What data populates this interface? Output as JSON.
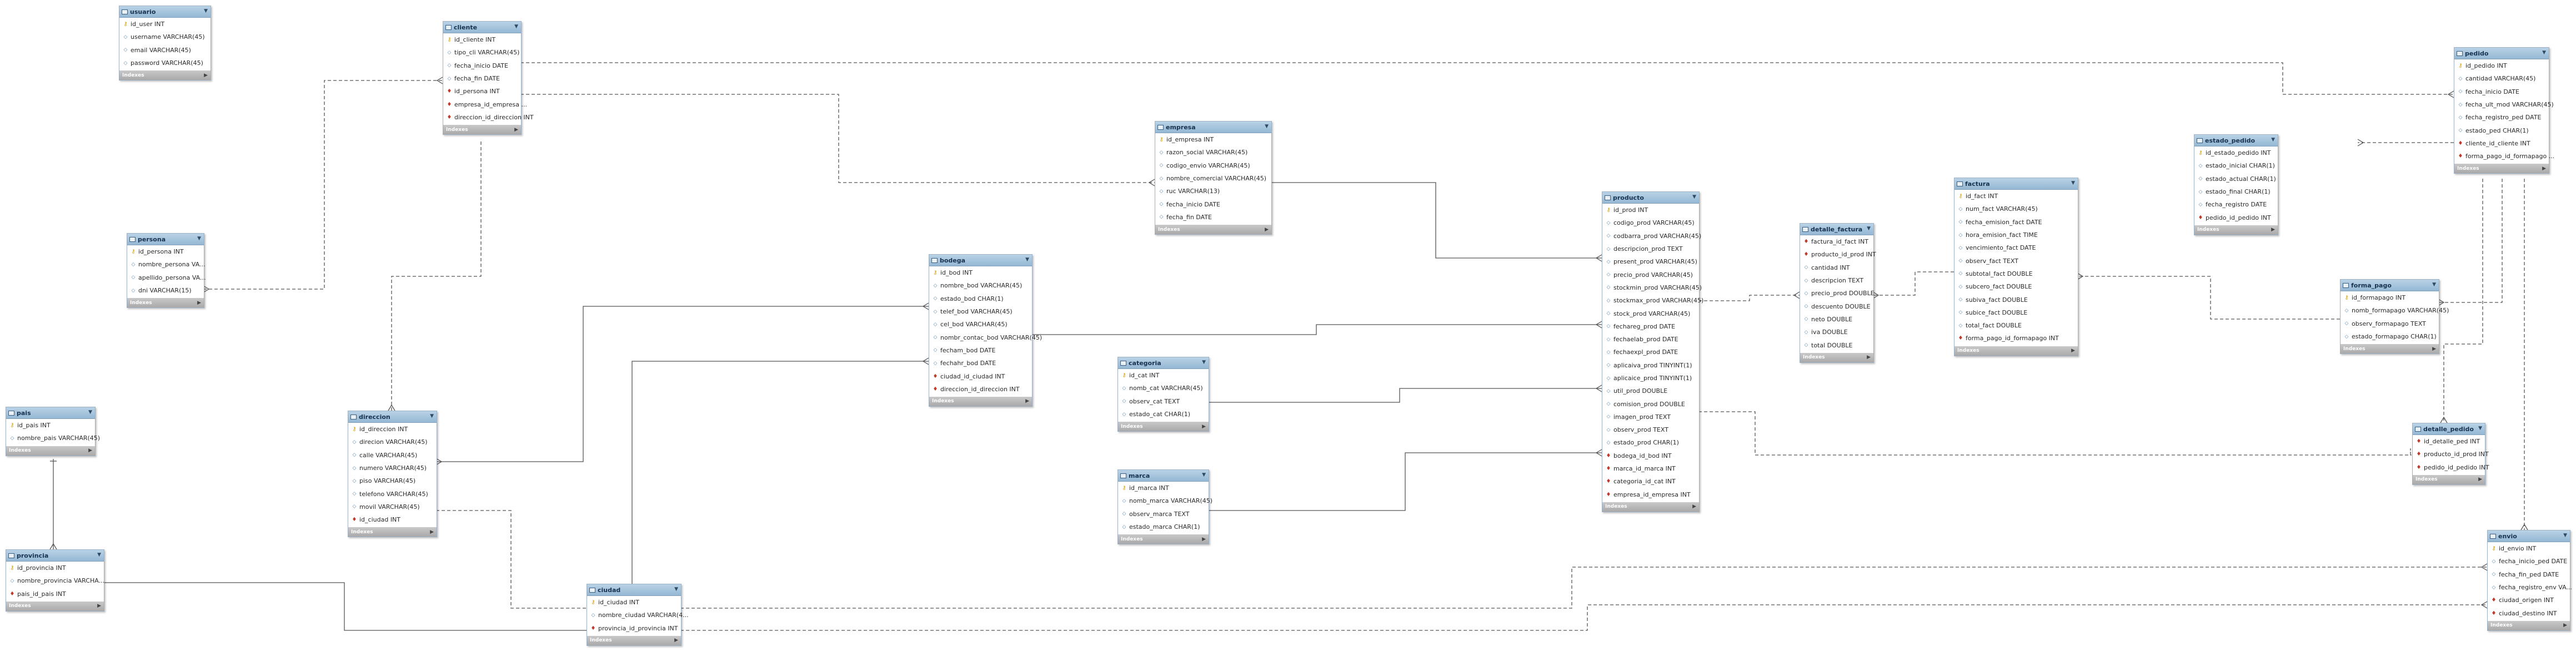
{
  "indexes_label": "Indexes",
  "tables": [
    {
      "id": "usuario",
      "name": "usuario",
      "cols": [
        {
          "icon": "pk",
          "text": "id_user INT"
        },
        {
          "icon": "cn",
          "text": "username VARCHAR(45)"
        },
        {
          "icon": "cn",
          "text": "email VARCHAR(45)"
        },
        {
          "icon": "cn",
          "text": "password VARCHAR(45)"
        }
      ]
    },
    {
      "id": "cliente",
      "name": "cliente",
      "cols": [
        {
          "icon": "pk",
          "text": "id_cliente INT"
        },
        {
          "icon": "cn",
          "text": "tipo_cli VARCHAR(45)"
        },
        {
          "icon": "cn",
          "text": "fecha_inicio DATE"
        },
        {
          "icon": "cn",
          "text": "fecha_fin DATE"
        },
        {
          "icon": "fk",
          "text": "id_persona INT"
        },
        {
          "icon": "fk",
          "text": "empresa_id_empresa ..."
        },
        {
          "icon": "fk",
          "text": "direccion_id_direccion INT"
        }
      ]
    },
    {
      "id": "persona",
      "name": "persona",
      "cols": [
        {
          "icon": "pk",
          "text": "id_persona INT"
        },
        {
          "icon": "cn",
          "text": "nombre_persona VA..."
        },
        {
          "icon": "cn",
          "text": "apellido_persona VA..."
        },
        {
          "icon": "cn",
          "text": "dni VARCHAR(15)"
        }
      ]
    },
    {
      "id": "pais",
      "name": "pais",
      "cols": [
        {
          "icon": "pk",
          "text": "id_pais INT"
        },
        {
          "icon": "cn",
          "text": "nombre_pais VARCHAR(45)"
        }
      ]
    },
    {
      "id": "provincia",
      "name": "provincia",
      "cols": [
        {
          "icon": "pk",
          "text": "id_provincia INT"
        },
        {
          "icon": "cn",
          "text": "nombre_provincia VARCHA..."
        },
        {
          "icon": "fk",
          "text": "pais_id_pais INT"
        }
      ]
    },
    {
      "id": "direccion",
      "name": "direccion",
      "cols": [
        {
          "icon": "pk",
          "text": "id_direccion INT"
        },
        {
          "icon": "cn",
          "text": "direcion VARCHAR(45)"
        },
        {
          "icon": "cn",
          "text": "calle VARCHAR(45)"
        },
        {
          "icon": "cn",
          "text": "numero VARCHAR(45)"
        },
        {
          "icon": "cn",
          "text": "piso VARCHAR(45)"
        },
        {
          "icon": "cn",
          "text": "telefono VARCHAR(45)"
        },
        {
          "icon": "cn",
          "text": "movil VARCHAR(45)"
        },
        {
          "icon": "fk",
          "text": "id_ciudad INT"
        }
      ]
    },
    {
      "id": "ciudad",
      "name": "ciudad",
      "cols": [
        {
          "icon": "pk",
          "text": "id_ciudad INT"
        },
        {
          "icon": "cn",
          "text": "nombre_ciudad VARCHAR(4..."
        },
        {
          "icon": "fk",
          "text": "provincia_id_provincia INT"
        }
      ]
    },
    {
      "id": "bodega",
      "name": "bodega",
      "cols": [
        {
          "icon": "pk",
          "text": "id_bod INT"
        },
        {
          "icon": "cn",
          "text": "nombre_bod VARCHAR(45)"
        },
        {
          "icon": "cn",
          "text": "estado_bod CHAR(1)"
        },
        {
          "icon": "cn",
          "text": "telef_bod VARCHAR(45)"
        },
        {
          "icon": "cn",
          "text": "cel_bod VARCHAR(45)"
        },
        {
          "icon": "cn",
          "text": "nombr_contac_bod VARCHAR(45)"
        },
        {
          "icon": "cn",
          "text": "fecham_bod DATE"
        },
        {
          "icon": "cn",
          "text": "fechahr_bod DATE"
        },
        {
          "icon": "fk",
          "text": "ciudad_id_ciudad INT"
        },
        {
          "icon": "fk",
          "text": "direccion_id_direccion INT"
        }
      ]
    },
    {
      "id": "empresa",
      "name": "empresa",
      "cols": [
        {
          "icon": "pk",
          "text": "id_empresa INT"
        },
        {
          "icon": "cn",
          "text": "razon_social VARCHAR(45)"
        },
        {
          "icon": "cn",
          "text": "codigo_envio VARCHAR(45)"
        },
        {
          "icon": "cn",
          "text": "nombre_comercial VARCHAR(45)"
        },
        {
          "icon": "cn",
          "text": "ruc VARCHAR(13)"
        },
        {
          "icon": "cn",
          "text": "fecha_inicio DATE"
        },
        {
          "icon": "cn",
          "text": "fecha_fin DATE"
        }
      ]
    },
    {
      "id": "categoria",
      "name": "categoria",
      "cols": [
        {
          "icon": "pk",
          "text": "id_cat INT"
        },
        {
          "icon": "cn",
          "text": "nomb_cat VARCHAR(45)"
        },
        {
          "icon": "cn",
          "text": "observ_cat TEXT"
        },
        {
          "icon": "cn",
          "text": "estado_cat CHAR(1)"
        }
      ]
    },
    {
      "id": "marca",
      "name": "marca",
      "cols": [
        {
          "icon": "pk",
          "text": "id_marca INT"
        },
        {
          "icon": "cn",
          "text": "nomb_marca VARCHAR(45)"
        },
        {
          "icon": "cn",
          "text": "observ_marca TEXT"
        },
        {
          "icon": "cn",
          "text": "estado_marca CHAR(1)"
        }
      ]
    },
    {
      "id": "producto",
      "name": "producto",
      "cols": [
        {
          "icon": "pk",
          "text": "id_prod INT"
        },
        {
          "icon": "cn",
          "text": "codigo_prod VARCHAR(45)"
        },
        {
          "icon": "cn",
          "text": "codbarra_prod VARCHAR(45)"
        },
        {
          "icon": "cn",
          "text": "descripcion_prod TEXT"
        },
        {
          "icon": "cn",
          "text": "present_prod VARCHAR(45)"
        },
        {
          "icon": "cn",
          "text": "precio_prod VARCHAR(45)"
        },
        {
          "icon": "cn",
          "text": "stockmin_prod VARCHAR(45)"
        },
        {
          "icon": "cn",
          "text": "stockmax_prod VARCHAR(45)"
        },
        {
          "icon": "cn",
          "text": "stock_prod VARCHAR(45)"
        },
        {
          "icon": "cn",
          "text": "fechareg_prod DATE"
        },
        {
          "icon": "cn",
          "text": "fechaelab_prod DATE"
        },
        {
          "icon": "cn",
          "text": "fechaexpl_prod DATE"
        },
        {
          "icon": "cn",
          "text": "aplicaiva_prod TINYINT(1)"
        },
        {
          "icon": "cn",
          "text": "aplicaice_prod TINYINT(1)"
        },
        {
          "icon": "cn",
          "text": "util_prod DOUBLE"
        },
        {
          "icon": "cn",
          "text": "comision_prod DOUBLE"
        },
        {
          "icon": "cn",
          "text": "imagen_prod TEXT"
        },
        {
          "icon": "cn",
          "text": "observ_prod TEXT"
        },
        {
          "icon": "cn",
          "text": "estado_prod CHAR(1)"
        },
        {
          "icon": "fk",
          "text": "bodega_id_bod INT"
        },
        {
          "icon": "fk",
          "text": "marca_id_marca INT"
        },
        {
          "icon": "fk",
          "text": "categoria_id_cat INT"
        },
        {
          "icon": "fk",
          "text": "empresa_id_empresa INT"
        }
      ]
    },
    {
      "id": "detalle_factura",
      "name": "detalle_factura",
      "cols": [
        {
          "icon": "fk",
          "text": "factura_id_fact INT"
        },
        {
          "icon": "fk",
          "text": "producto_id_prod INT"
        },
        {
          "icon": "cn",
          "text": "cantidad INT"
        },
        {
          "icon": "cn",
          "text": "descripcion TEXT"
        },
        {
          "icon": "cn",
          "text": "precio_prod DOUBLE"
        },
        {
          "icon": "cn",
          "text": "descuento DOUBLE"
        },
        {
          "icon": "cn",
          "text": "neto DOUBLE"
        },
        {
          "icon": "cn",
          "text": "iva DOUBLE"
        },
        {
          "icon": "cn",
          "text": "total DOUBLE"
        }
      ]
    },
    {
      "id": "factura",
      "name": "factura",
      "cols": [
        {
          "icon": "pk",
          "text": "id_fact INT"
        },
        {
          "icon": "cn",
          "text": "num_fact VARCHAR(45)"
        },
        {
          "icon": "cn",
          "text": "fecha_emision_fact DATE"
        },
        {
          "icon": "cn",
          "text": "hora_emision_fact TIME"
        },
        {
          "icon": "cn",
          "text": "vencimiento_fact DATE"
        },
        {
          "icon": "cn",
          "text": "observ_fact TEXT"
        },
        {
          "icon": "cn",
          "text": "subtotal_fact DOUBLE"
        },
        {
          "icon": "cn",
          "text": "subcero_fact DOUBLE"
        },
        {
          "icon": "cn",
          "text": "subiva_fact DOUBLE"
        },
        {
          "icon": "cn",
          "text": "subice_fact DOUBLE"
        },
        {
          "icon": "cn",
          "text": "total_fact DOUBLE"
        },
        {
          "icon": "fk",
          "text": "forma_pago_id_formapago INT"
        }
      ]
    },
    {
      "id": "estado_pedido",
      "name": "estado_pedido",
      "cols": [
        {
          "icon": "pk",
          "text": "id_estado_pedido INT"
        },
        {
          "icon": "cn",
          "text": "estado_inicial CHAR(1)"
        },
        {
          "icon": "cn",
          "text": "estado_actual CHAR(1)"
        },
        {
          "icon": "cn",
          "text": "estado_final CHAR(1)"
        },
        {
          "icon": "cn",
          "text": "fecha_registro DATE"
        },
        {
          "icon": "fk",
          "text": "pedido_id_pedido INT"
        }
      ]
    },
    {
      "id": "forma_pago",
      "name": "forma_pago",
      "cols": [
        {
          "icon": "pk",
          "text": "id_formapago INT"
        },
        {
          "icon": "cn",
          "text": "nomb_formapago VARCHAR(45)"
        },
        {
          "icon": "cn",
          "text": "observ_formapago TEXT"
        },
        {
          "icon": "cn",
          "text": "estado_formapago CHAR(1)"
        }
      ]
    },
    {
      "id": "pedido",
      "name": "pedido",
      "cols": [
        {
          "icon": "pk",
          "text": "id_pedido INT"
        },
        {
          "icon": "cn",
          "text": "cantidad VARCHAR(45)"
        },
        {
          "icon": "cn",
          "text": "fecha_inicio DATE"
        },
        {
          "icon": "cn",
          "text": "fecha_ult_mod VARCHAR(45)"
        },
        {
          "icon": "cn",
          "text": "fecha_registro_ped DATE"
        },
        {
          "icon": "cn",
          "text": "estado_ped CHAR(1)"
        },
        {
          "icon": "fk",
          "text": "cliente_id_cliente INT"
        },
        {
          "icon": "fk",
          "text": "forma_pago_id_formapago ..."
        }
      ]
    },
    {
      "id": "detalle_pedido",
      "name": "detalle_pedido",
      "cols": [
        {
          "icon": "fk",
          "text": "id_detalle_ped INT"
        },
        {
          "icon": "fk",
          "text": "producto_id_prod INT"
        },
        {
          "icon": "fk",
          "text": "pedido_id_pedido INT"
        }
      ]
    },
    {
      "id": "envio",
      "name": "envio",
      "cols": [
        {
          "icon": "pk",
          "text": "id_envio INT"
        },
        {
          "icon": "cn",
          "text": "fecha_inicio_ped DATE"
        },
        {
          "icon": "cn",
          "text": "fecha_fin_ped DATE"
        },
        {
          "icon": "cn",
          "text": "fecha_registro_env VA..."
        },
        {
          "icon": "fk",
          "text": "ciudad_origen INT"
        },
        {
          "icon": "fk",
          "text": "ciudad_destino INT"
        }
      ]
    }
  ]
}
